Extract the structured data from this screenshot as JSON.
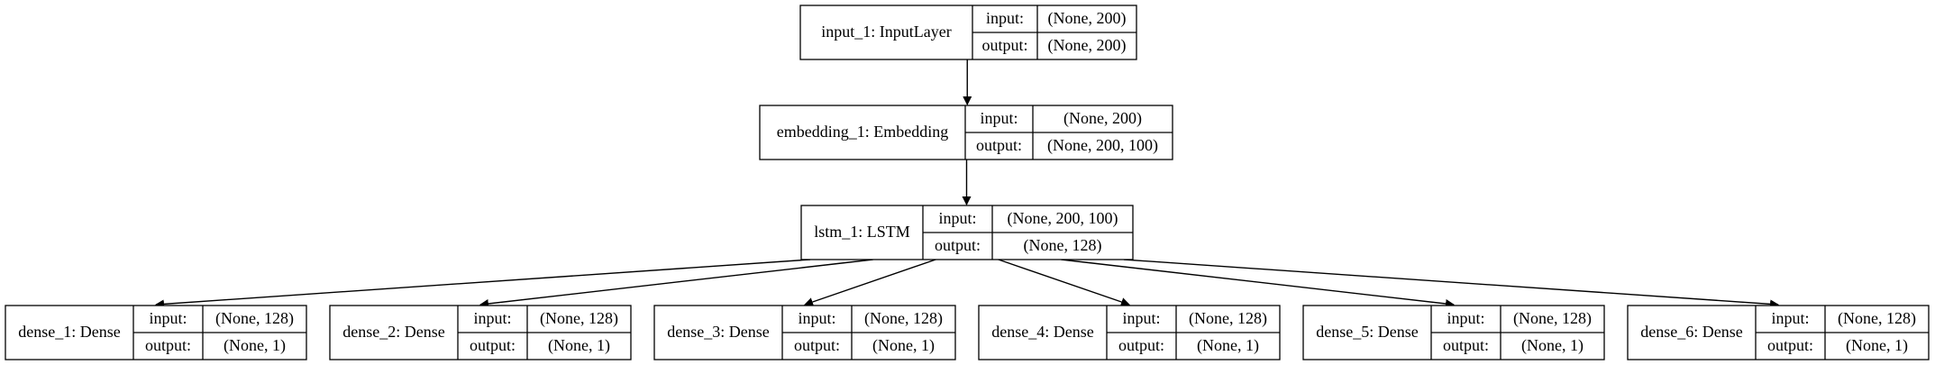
{
  "nodes": [
    {
      "id": "input_1",
      "label": "input_1: InputLayer",
      "input_label": "input:",
      "input": "(None, 200)",
      "output_label": "output:",
      "output": "(None, 200)"
    },
    {
      "id": "embedding_1",
      "label": "embedding_1: Embedding",
      "input_label": "input:",
      "input": "(None, 200)",
      "output_label": "output:",
      "output": "(None, 200, 100)"
    },
    {
      "id": "lstm_1",
      "label": "lstm_1: LSTM",
      "input_label": "input:",
      "input": "(None, 200, 100)",
      "output_label": "output:",
      "output": "(None, 128)"
    },
    {
      "id": "dense_1",
      "label": "dense_1: Dense",
      "input_label": "input:",
      "input": "(None, 128)",
      "output_label": "output:",
      "output": "(None, 1)"
    },
    {
      "id": "dense_2",
      "label": "dense_2: Dense",
      "input_label": "input:",
      "input": "(None, 128)",
      "output_label": "output:",
      "output": "(None, 1)"
    },
    {
      "id": "dense_3",
      "label": "dense_3: Dense",
      "input_label": "input:",
      "input": "(None, 128)",
      "output_label": "output:",
      "output": "(None, 1)"
    },
    {
      "id": "dense_4",
      "label": "dense_4: Dense",
      "input_label": "input:",
      "input": "(None, 128)",
      "output_label": "output:",
      "output": "(None, 1)"
    },
    {
      "id": "dense_5",
      "label": "dense_5: Dense",
      "input_label": "input:",
      "input": "(None, 128)",
      "output_label": "output:",
      "output": "(None, 1)"
    },
    {
      "id": "dense_6",
      "label": "dense_6: Dense",
      "input_label": "input:",
      "input": "(None, 128)",
      "output_label": "output:",
      "output": "(None, 1)"
    }
  ],
  "edges": [
    {
      "from": "input_1",
      "to": "embedding_1"
    },
    {
      "from": "embedding_1",
      "to": "lstm_1"
    },
    {
      "from": "lstm_1",
      "to": "dense_1"
    },
    {
      "from": "lstm_1",
      "to": "dense_2"
    },
    {
      "from": "lstm_1",
      "to": "dense_3"
    },
    {
      "from": "lstm_1",
      "to": "dense_4"
    },
    {
      "from": "lstm_1",
      "to": "dense_5"
    },
    {
      "from": "lstm_1",
      "to": "dense_6"
    }
  ]
}
